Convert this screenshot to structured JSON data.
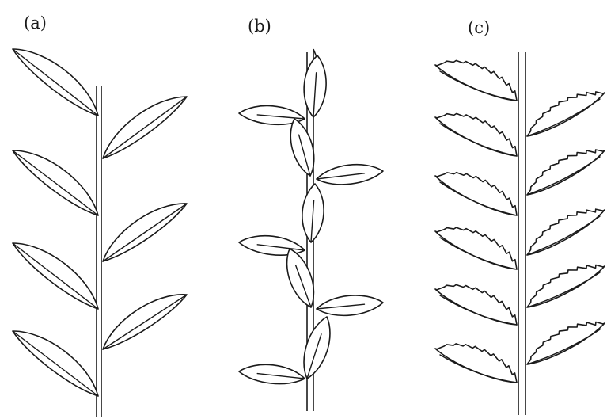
{
  "labels": {
    "a": "(a)",
    "b": "(b)",
    "c": "(c)"
  },
  "colors": {
    "line": "#1a1a1a",
    "background": "#ffffff"
  }
}
